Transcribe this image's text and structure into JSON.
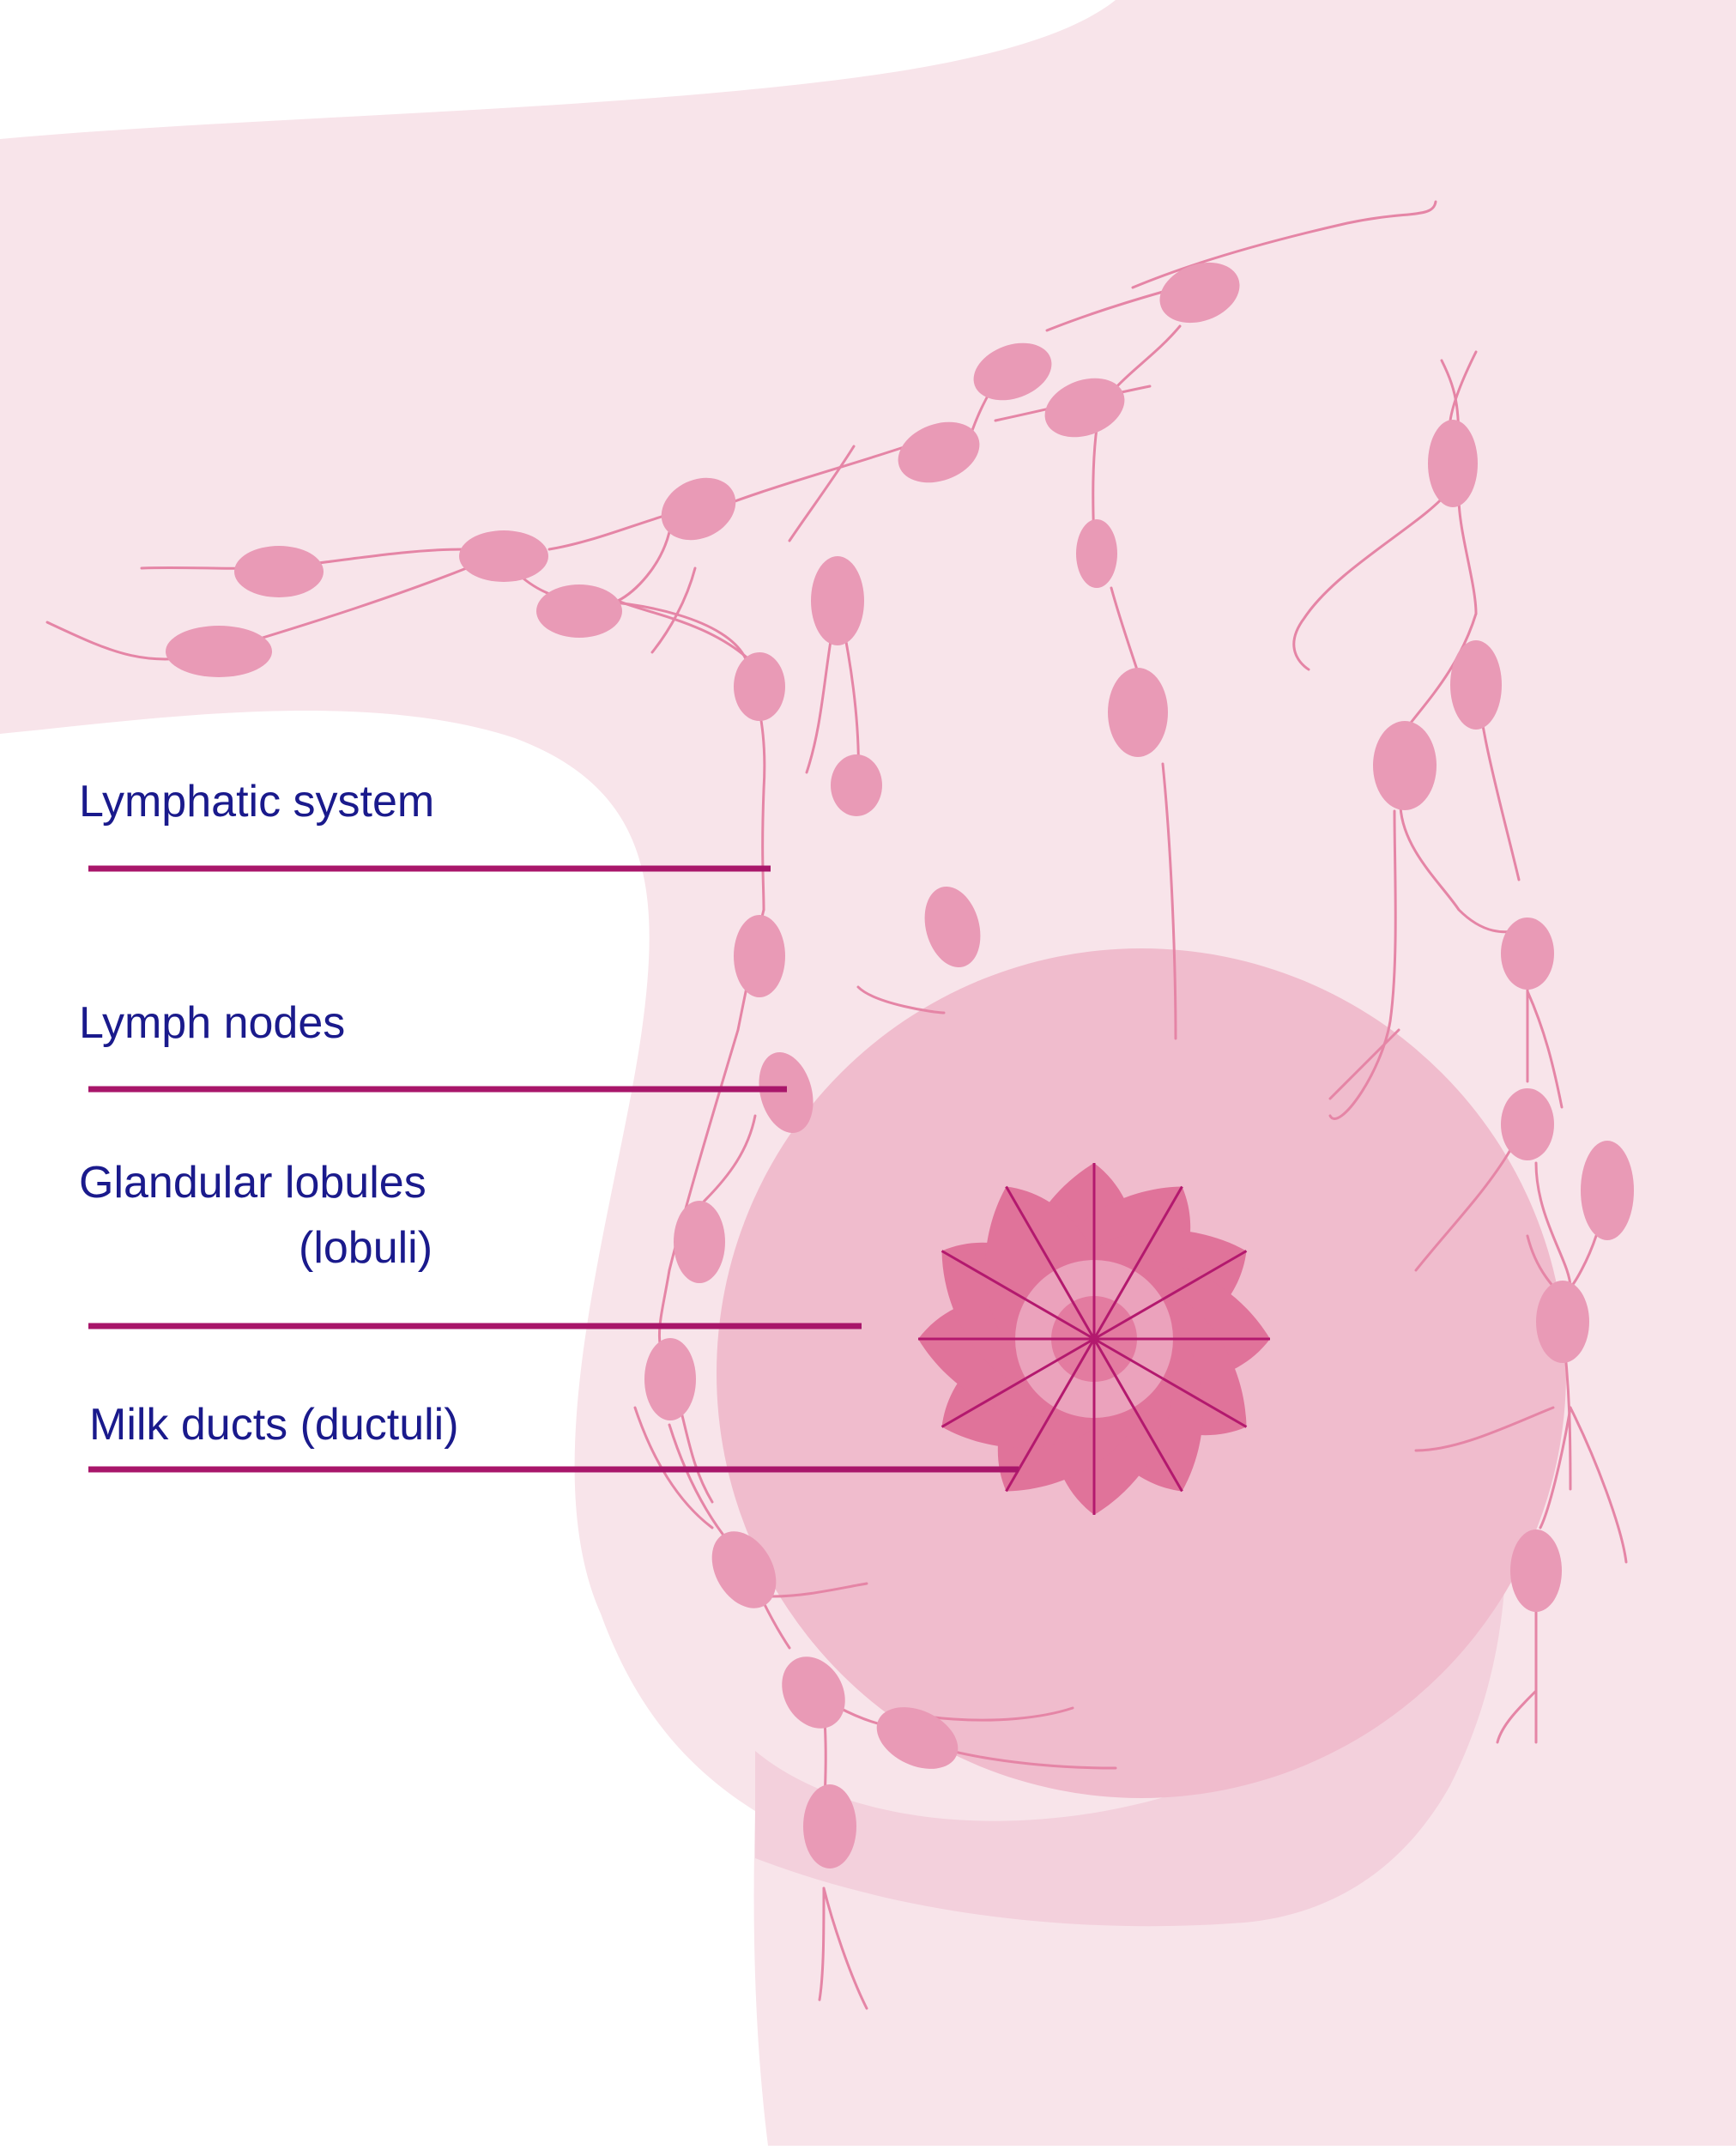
{
  "labels": {
    "lymphatic_system": "Lymphatic system",
    "lymph_nodes": "Lymph nodes",
    "glandular_lobules": "Glandular lobules",
    "lobuli": "(lobuli)",
    "milk_ducts": "Milk ducts (ductuli)"
  },
  "colors": {
    "background": "#ffffff",
    "skin": "#f8e4ea",
    "skin_fold": "#f3d0dc",
    "breast": "#f0bccd",
    "node": "#e99ab6",
    "vessel": "#e585a6",
    "lobule": "#e0739a",
    "duct": "#b3196e",
    "areola_outer": "#eba2bc",
    "areola_inner": "#e37ba0",
    "leader_line": "#a8166a",
    "label_text": "#1a1a8c"
  }
}
